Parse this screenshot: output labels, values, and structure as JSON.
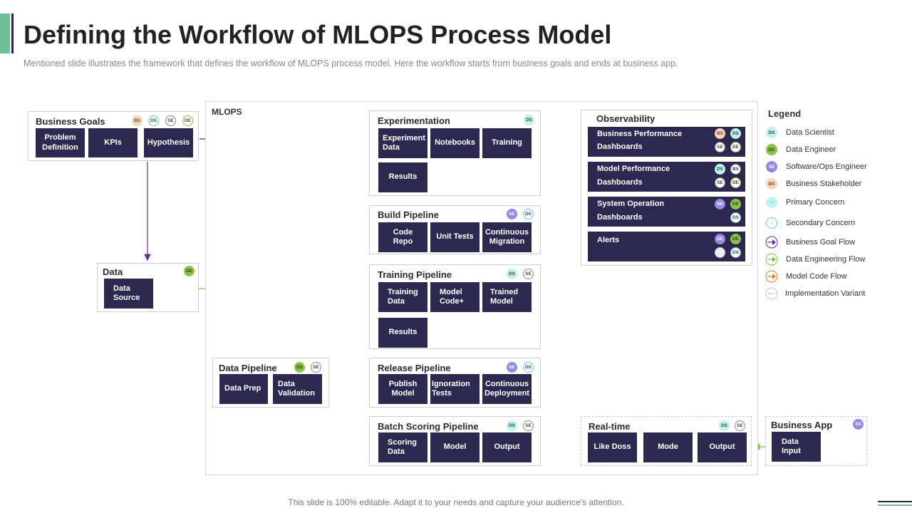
{
  "header": {
    "title": "Defining the Workflow of MLOPS Process Model",
    "subtitle": "Mentioned slide illustrates the framework  that defines the workflow  of MLOPS process model. Here the workflow starts from business goals and ends at business app."
  },
  "footer": "This slide is 100% editable. Adapt it to your needs and capture your audience's attention.",
  "mlops_label": "MLOPS",
  "business_goals": {
    "title": "Business Goals",
    "badges": [
      "BS",
      "DS",
      "SE",
      "DE"
    ],
    "items": [
      "Problem Definition",
      "KPIs",
      "Hypothesis"
    ]
  },
  "data": {
    "title": "Data",
    "badges": [
      "DE"
    ],
    "items": [
      "Data Source"
    ]
  },
  "data_pipeline": {
    "title": "Data Pipeline",
    "badges": [
      "DS",
      "SE"
    ],
    "items": [
      "Data Prep",
      "Data Validation"
    ]
  },
  "experimentation": {
    "title": "Experimentation",
    "badges": [
      "DS"
    ],
    "items": [
      "Experiment Data",
      "Notebooks",
      "Training",
      "Results"
    ]
  },
  "build_pipeline": {
    "title": "Build Pipeline",
    "badges": [
      "SE",
      "DS"
    ],
    "items": [
      "Code Repo",
      "Unit Tests",
      "Continuous Migration"
    ]
  },
  "training_pipeline": {
    "title": "Training Pipeline",
    "badges": [
      "DS",
      "SE"
    ],
    "items": [
      "Training Data",
      "Model Code+",
      "Trained Model",
      "Results"
    ]
  },
  "release_pipeline": {
    "title": "Release Pipeline",
    "badges": [
      "SE",
      "DS"
    ],
    "items": [
      "Publish Model",
      "Ignoration Tests",
      "Continuous Deployment"
    ]
  },
  "batch_scoring": {
    "title": "Batch Scoring Pipeline",
    "badges": [
      "DS",
      "SE"
    ],
    "items": [
      "Scoring Data",
      "Model",
      "Output"
    ]
  },
  "observability": {
    "title": "Observability",
    "items": [
      {
        "line1": "Business Performance",
        "line2": "Dashboards",
        "badges": [
          "BS",
          "DS",
          "SE",
          "DE"
        ]
      },
      {
        "line1": "Model Performance",
        "line2": "Dashboards",
        "badges": [
          "DS",
          "BS",
          "SE",
          "DE"
        ]
      },
      {
        "line1": "System Operation",
        "line2": "Dashboards",
        "badges": [
          "SE",
          "DE",
          "DS"
        ]
      },
      {
        "line1": "Alerts",
        "line2": "",
        "badges": [
          "SE",
          "DE",
          "",
          "DS"
        ]
      }
    ]
  },
  "realtime": {
    "title": "Real-time",
    "badges": [
      "DS",
      "SE"
    ],
    "items": [
      "Like Doss",
      "Mode",
      "Output"
    ]
  },
  "business_app": {
    "title": "Business App",
    "badges": [
      "SE"
    ],
    "items": [
      "Data Input"
    ]
  },
  "legend": {
    "title": "Legend",
    "items": [
      {
        "icon": "DS",
        "label": "Data Scientist",
        "color": "#bff3ee"
      },
      {
        "icon": "DE",
        "label": "Data Engineer",
        "color": "#8bc34a"
      },
      {
        "icon": "SE",
        "label": "Software/Ops Engineer",
        "color": "#8e8be0"
      },
      {
        "icon": "BS",
        "label": "Business Stakeholder",
        "color": "#f6d6c0"
      },
      {
        "icon": "--",
        "label": "Primary Concern",
        "color": "#bff3ee"
      },
      {
        "icon": "--",
        "label": "Secondary Concern",
        "color": "#ffffff"
      },
      {
        "icon": "arrow",
        "label": "Business Goal Flow",
        "color": "#6a2c8c"
      },
      {
        "icon": "arrow",
        "label": "Data Engineering Flow",
        "color": "#7cc242"
      },
      {
        "icon": "arrow",
        "label": "Model Code Flow",
        "color": "#e67e22"
      },
      {
        "icon": "--",
        "label": "Implementation Variant",
        "color": "#9a9ac8"
      }
    ]
  },
  "colors": {
    "box": "#2d2850",
    "business_goal_flow": "#6a2c8c",
    "data_engineering_flow": "#7cc242",
    "model_code_flow": "#e67e22"
  }
}
